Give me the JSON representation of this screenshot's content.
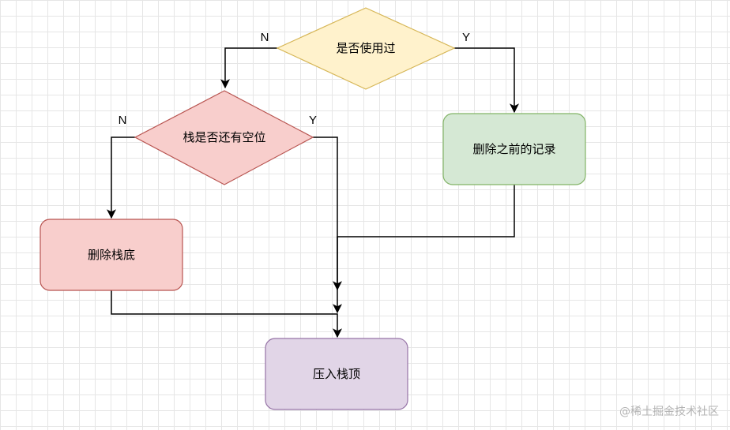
{
  "diagram": {
    "nodes": {
      "used_before": "是否使用过",
      "stack_has_space": "栈是否还有空位",
      "delete_previous_record": "删除之前的记录",
      "delete_stack_bottom": "删除栈底",
      "push_stack_top": "压入栈顶"
    },
    "edge_labels": {
      "used_before_no": "N",
      "used_before_yes": "Y",
      "space_no": "N",
      "space_yes": "Y"
    },
    "colors": {
      "decision_yellow_fill": "#fff2cc",
      "decision_yellow_stroke": "#d6b656",
      "red_fill": "#f8cecc",
      "red_stroke": "#b85450",
      "green_fill": "#d5e8d4",
      "green_stroke": "#82b366",
      "purple_fill": "#e1d5e7",
      "purple_stroke": "#9673a6",
      "edge": "#000000"
    }
  },
  "watermark": "@稀土掘金技术社区"
}
